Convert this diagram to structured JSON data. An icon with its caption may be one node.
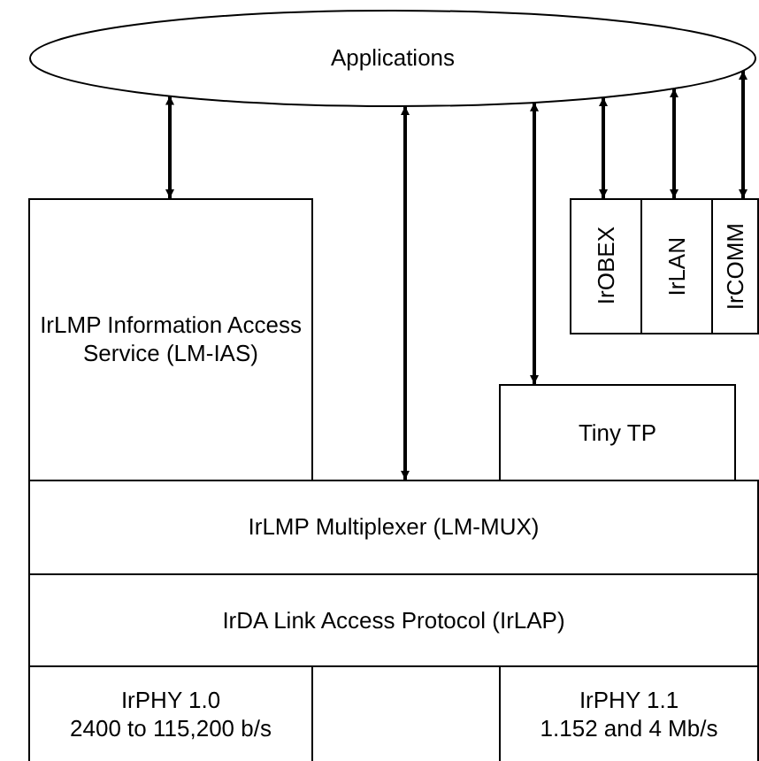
{
  "diagram": {
    "nodes": [
      {
        "text": [
          "Applications"
        ]
      },
      {
        "text": [
          "IrLMP Information Access Service (LM-IAS)"
        ]
      },
      {
        "text": [
          "IrOBEX"
        ]
      },
      {
        "text": [
          "IrLAN"
        ]
      },
      {
        "text": [
          "IrCOMM"
        ]
      },
      {
        "text": [
          "Tiny TP"
        ]
      },
      {
        "text": [
          "IrLMP Multiplexer (LM-MUX)"
        ]
      },
      {
        "text": [
          "IrDA Link Access Protocol (IrLAP)"
        ]
      },
      {
        "text": [
          "IrPHY 1.0",
          "2400 to 115,200 b/s"
        ]
      },
      {
        "text": [
          "IrPHY 1.1",
          "1.152 and 4 Mb/s"
        ]
      }
    ],
    "edges": [
      {
        "from": 0,
        "to": 1,
        "arrow": "both"
      },
      {
        "from": 0,
        "to": 6,
        "arrow": "both"
      },
      {
        "from": 0,
        "to": 5,
        "arrow": "both"
      },
      {
        "from": 0,
        "to": 2,
        "arrow": "both"
      },
      {
        "from": 0,
        "to": 3,
        "arrow": "both"
      },
      {
        "from": 0,
        "to": 4,
        "arrow": "both"
      }
    ]
  }
}
